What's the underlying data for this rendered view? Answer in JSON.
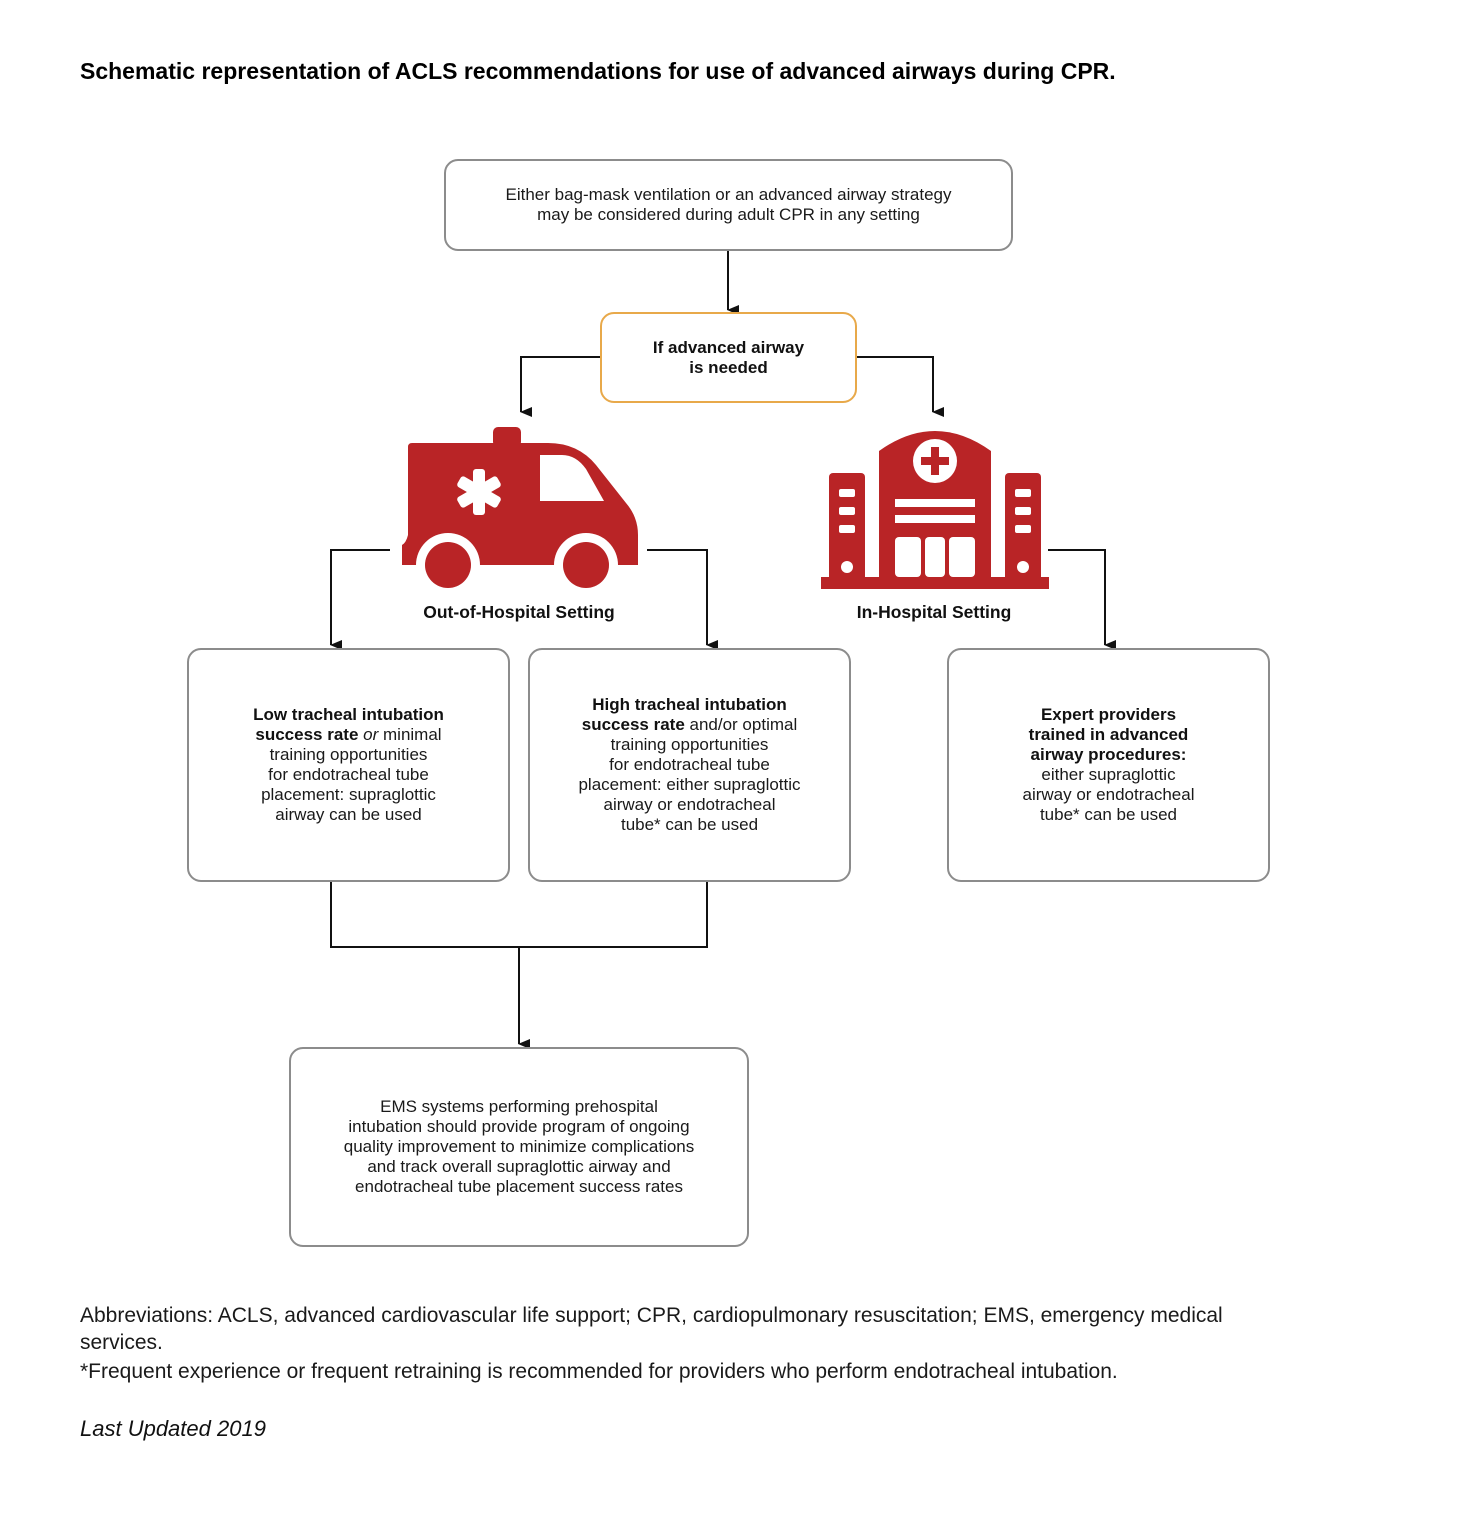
{
  "title": "Schematic representation of ACLS recommendations for use of advanced airways during CPR.",
  "colors": {
    "icon_red": "#b92426",
    "box_border": "#8c8c8c",
    "decision_border": "#e8a94a",
    "line": "#111111"
  },
  "nodes": {
    "top": {
      "line1": "Either bag-mask ventilation or an advanced airway strategy",
      "line2": "may be considered during adult CPR in any setting"
    },
    "decision": {
      "line1": "If advanced airway",
      "line2": "is needed"
    },
    "out_hospital": {
      "label": "Out-of-Hospital Setting",
      "icon": "ambulance-icon"
    },
    "in_hospital": {
      "label": "In-Hospital Setting",
      "icon": "hospital-icon"
    },
    "low": {
      "bold1": "Low tracheal intubation",
      "bold2": "success rate",
      "italic": "or",
      "rest1": " minimal",
      "line3": "training opportunities",
      "line4": "for endotracheal tube",
      "line5": "placement: supraglottic",
      "line6": "airway can be used"
    },
    "high": {
      "bold1": "High tracheal intubation",
      "bold2": "success rate",
      "rest1": " and/or optimal",
      "line3": "training opportunities",
      "line4": "for endotracheal tube",
      "line5": "placement: either supraglottic",
      "line6": "airway or endotracheal",
      "line7": "tube* can be used"
    },
    "expert": {
      "bold1": "Expert providers",
      "bold2": "trained in advanced",
      "bold3": "airway procedures:",
      "line4": "either supraglottic",
      "line5": "airway or endotracheal",
      "line6": "tube* can be used"
    },
    "ems": {
      "line1": "EMS systems performing prehospital",
      "line2": "intubation should provide program of ongoing",
      "line3": "quality improvement to minimize complications",
      "line4": "and track overall supraglottic airway and",
      "line5": "endotracheal tube placement success rates"
    }
  },
  "footer": {
    "abbreviations": "Abbreviations: ACLS, advanced cardiovascular life support; CPR, cardiopulmonary resuscitation; EMS, emergency medical services.",
    "note": "*Frequent experience or frequent retraining is recommended for providers who perform endotracheal intubation.",
    "updated": "Last Updated 2019"
  }
}
